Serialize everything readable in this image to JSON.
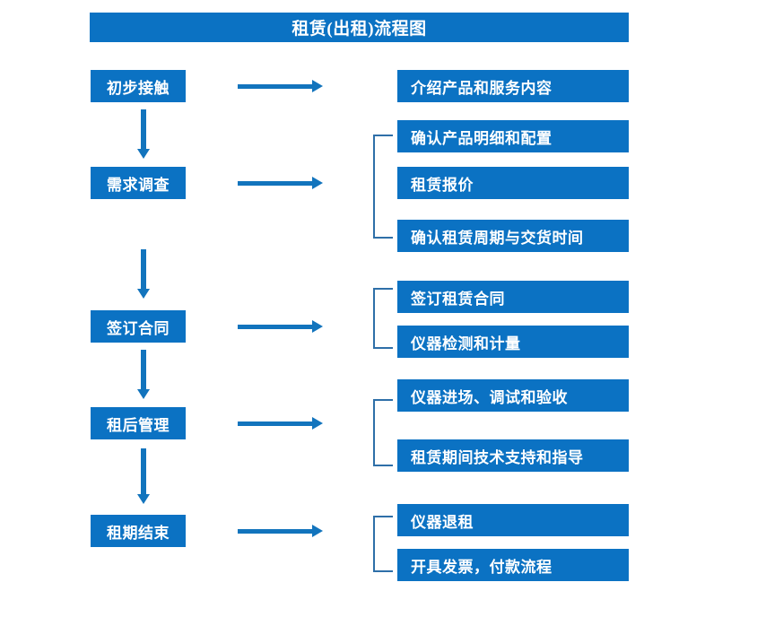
{
  "title": "租赁(出租)流程图",
  "colors": {
    "box_blue": "#0B72C3",
    "arrow_blue": "#1274BD",
    "bracket_blue": "#2E6FA8",
    "text_white": "#FFFFFF",
    "background": "#FFFFFF"
  },
  "chart_data": {
    "type": "diagram",
    "title": "租赁(出租)流程图",
    "stages": [
      {
        "label": "初步接触",
        "details": [
          "介绍产品和服务内容"
        ],
        "grouped": false
      },
      {
        "label": "需求调查",
        "details": [
          "确认产品明细和配置",
          "租赁报价",
          "确认租赁周期与交货时间"
        ],
        "grouped": true
      },
      {
        "label": "签订合同",
        "details": [
          "签订租赁合同",
          "仪器检测和计量"
        ],
        "grouped": true
      },
      {
        "label": "租后管理",
        "details": [
          "仪器进场、调试和验收",
          "租赁期间技术支持和指导"
        ],
        "grouped": true
      },
      {
        "label": "租期结束",
        "details": [
          "仪器退租",
          "开具发票，付款流程"
        ],
        "grouped": true
      }
    ]
  },
  "stages": {
    "s0": {
      "label": "初步接触"
    },
    "s1": {
      "label": "需求调查"
    },
    "s2": {
      "label": "签订合同"
    },
    "s3": {
      "label": "租后管理"
    },
    "s4": {
      "label": "租期结束"
    }
  },
  "details": {
    "d0": "介绍产品和服务内容",
    "d1": "确认产品明细和配置",
    "d2": "租赁报价",
    "d3": "确认租赁周期与交货时间",
    "d4": "签订租赁合同",
    "d5": "仪器检测和计量",
    "d6": "仪器进场、调试和验收",
    "d7": "租赁期间技术支持和指导",
    "d8": "仪器退租",
    "d9": "开具发票，付款流程"
  }
}
